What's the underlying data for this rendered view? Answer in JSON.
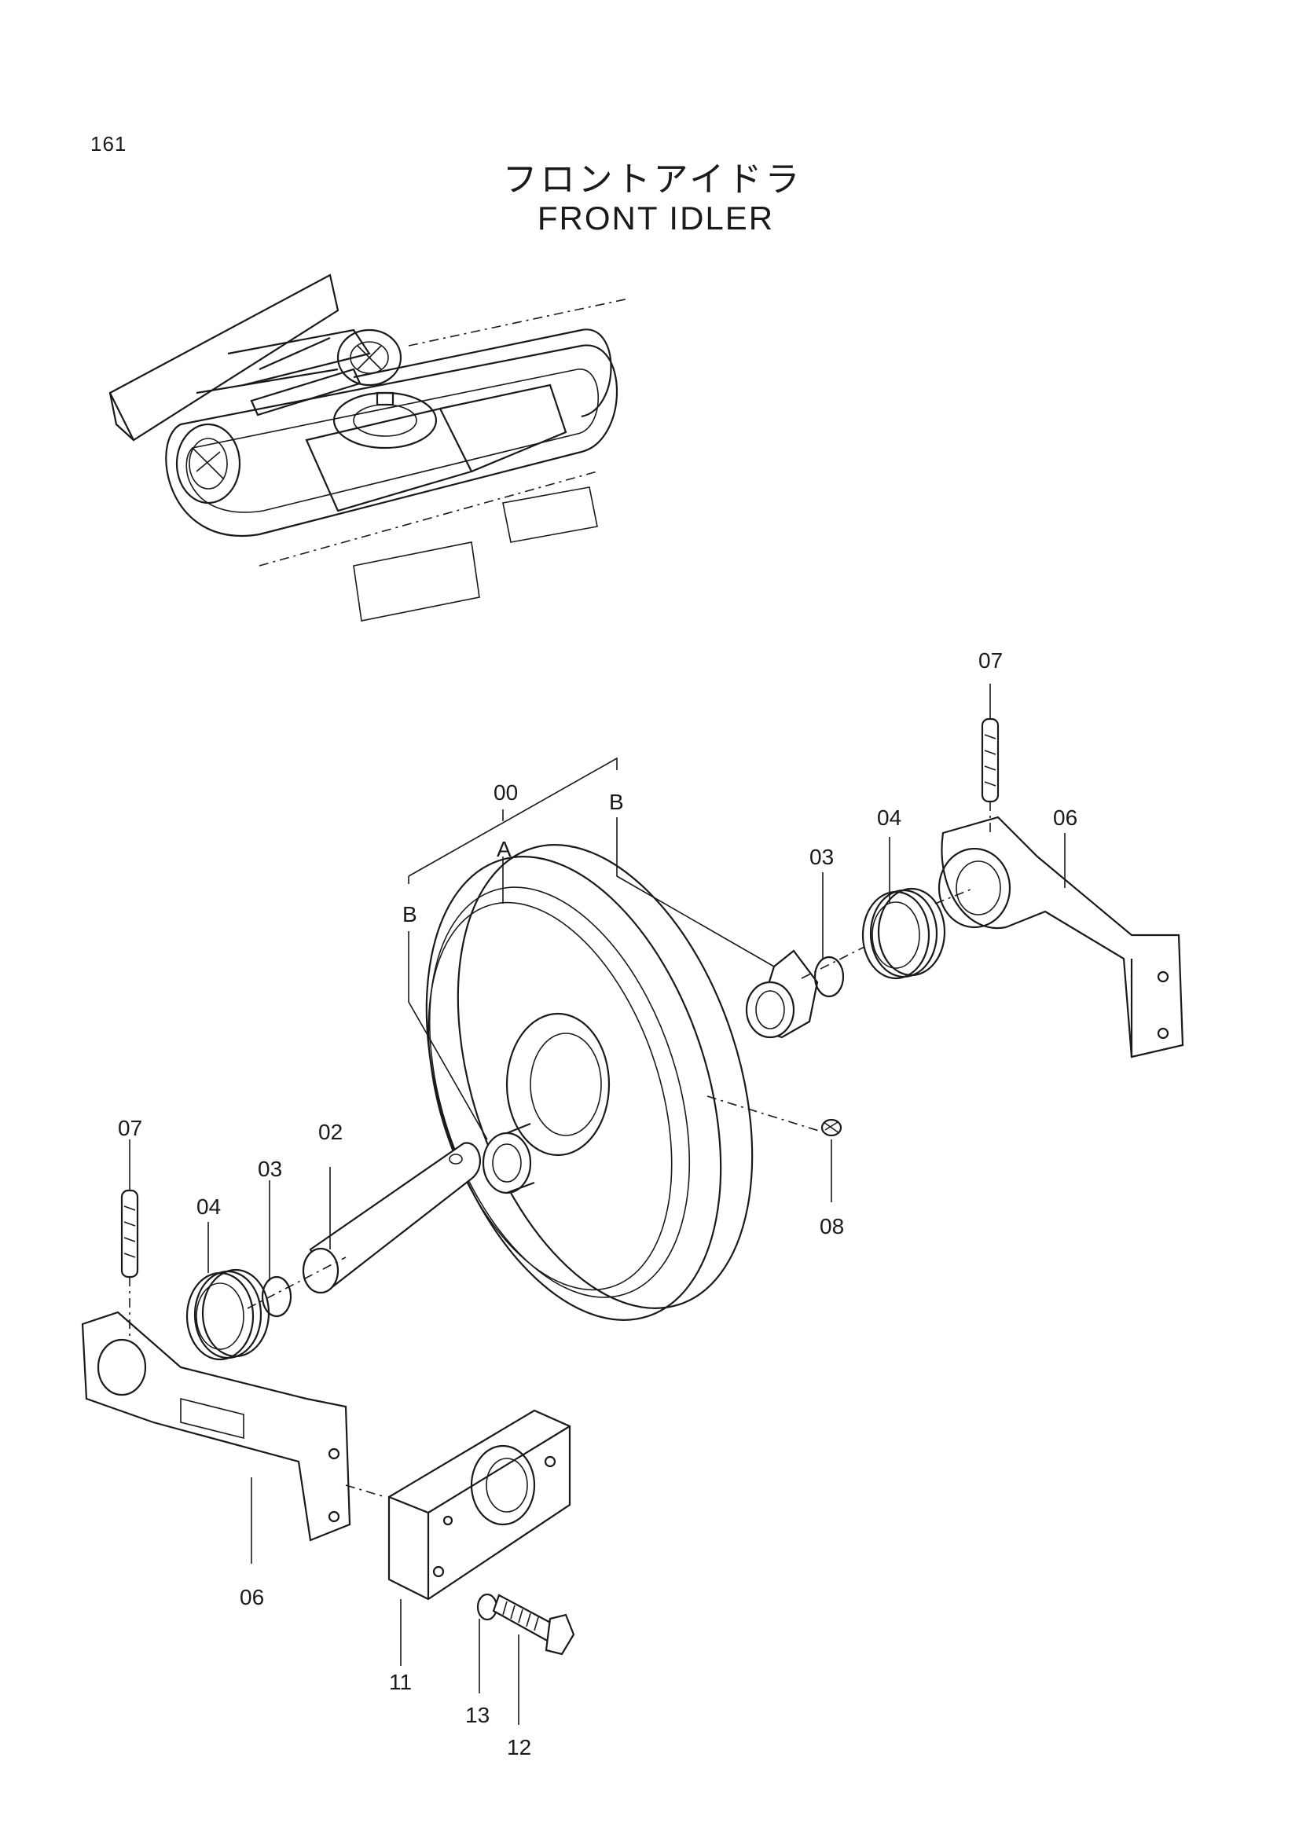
{
  "page_number": "161",
  "title_jp": "フロントアイドラ",
  "title_en": "FRONT IDLER",
  "callouts": {
    "c00": "00",
    "cA": "A",
    "cB_top": "B",
    "cB_left": "B",
    "c02": "02",
    "c03_right": "03",
    "c03_left": "03",
    "c04_right": "04",
    "c04_left": "04",
    "c06_right": "06",
    "c06_left": "06",
    "c07_right": "07",
    "c07_left": "07",
    "c08": "08",
    "c11": "11",
    "c12": "12",
    "c13": "13"
  }
}
